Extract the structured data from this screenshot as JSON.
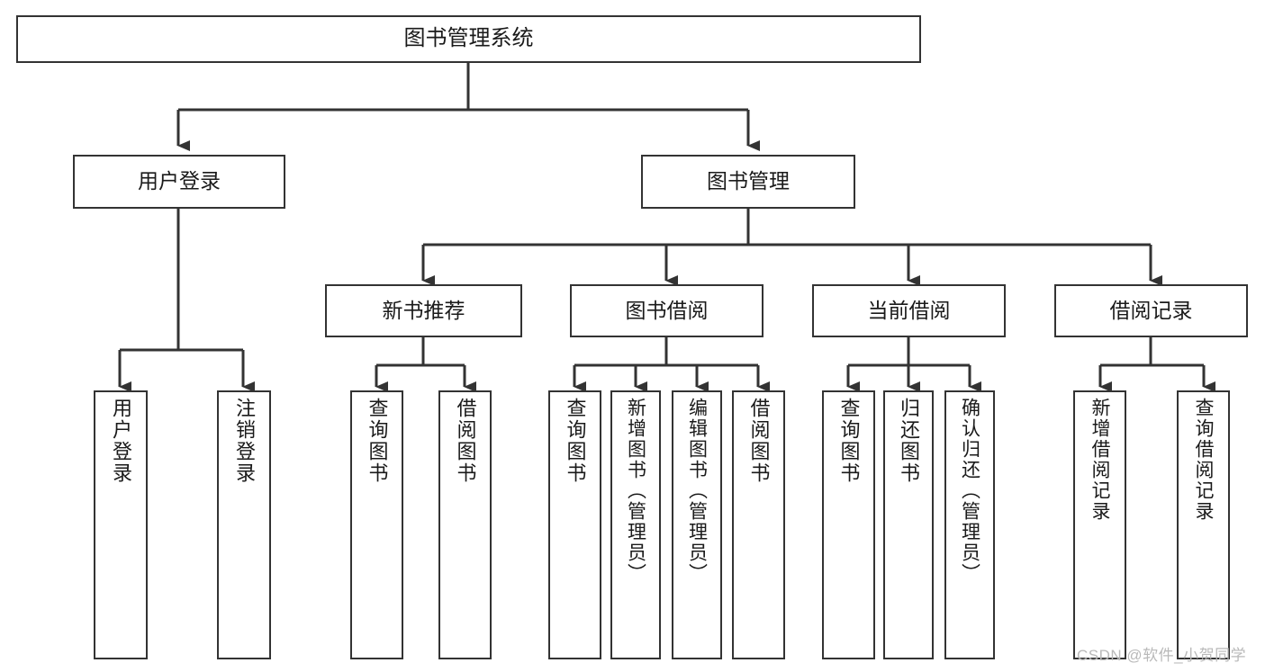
{
  "diagram": {
    "title": "图书管理系统",
    "type": "tree-hierarchy-chart",
    "root": {
      "id": "root",
      "label": "图书管理系统"
    },
    "level1": [
      {
        "id": "user-login",
        "label": "用户登录"
      },
      {
        "id": "book-manage",
        "label": "图书管理"
      }
    ],
    "level2": [
      {
        "id": "new-book-recommend",
        "label": "新书推荐",
        "parent": "book-manage"
      },
      {
        "id": "book-borrow",
        "label": "图书借阅",
        "parent": "book-manage"
      },
      {
        "id": "current-borrow",
        "label": "当前借阅",
        "parent": "book-manage"
      },
      {
        "id": "borrow-record",
        "label": "借阅记录",
        "parent": "book-manage"
      }
    ],
    "leaves": [
      {
        "id": "leaf-user-login",
        "label": "用户登录",
        "parent": "user-login"
      },
      {
        "id": "leaf-logout-login",
        "label": "注销登录",
        "parent": "user-login"
      },
      {
        "id": "leaf-query-book-1",
        "label": "查询图书",
        "parent": "new-book-recommend"
      },
      {
        "id": "leaf-borrow-book-1",
        "label": "借阅图书",
        "parent": "new-book-recommend"
      },
      {
        "id": "leaf-query-book-2",
        "label": "查询图书",
        "parent": "book-borrow"
      },
      {
        "id": "leaf-add-book",
        "label": "新增图书（管理员）",
        "parent": "book-borrow"
      },
      {
        "id": "leaf-edit-book",
        "label": "编辑图书（管理员）",
        "parent": "book-borrow"
      },
      {
        "id": "leaf-borrow-book-2",
        "label": "借阅图书",
        "parent": "book-borrow"
      },
      {
        "id": "leaf-query-book-3",
        "label": "查询图书",
        "parent": "current-borrow"
      },
      {
        "id": "leaf-return-book",
        "label": "归还图书",
        "parent": "current-borrow"
      },
      {
        "id": "leaf-confirm-return",
        "label": "确认归还（管理员）",
        "parent": "current-borrow"
      },
      {
        "id": "leaf-add-record",
        "label": "新增借阅记录",
        "parent": "borrow-record"
      },
      {
        "id": "leaf-query-record",
        "label": "查询借阅记录",
        "parent": "borrow-record"
      }
    ],
    "watermark": "CSDN @软件_小贺同学",
    "colors": {
      "stroke": "#333333",
      "fill": "#ffffff",
      "text": "#1a1a1a",
      "watermark": "#b9b9b9",
      "background": "#ffffff"
    }
  }
}
